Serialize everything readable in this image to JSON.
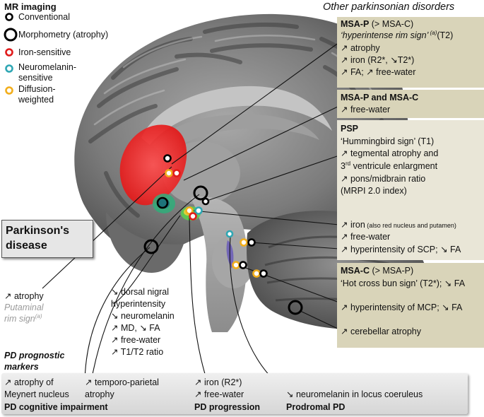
{
  "legend": {
    "title": "MR imaging",
    "items": [
      {
        "label": "Conventional",
        "color": "#000000"
      },
      {
        "label": "Morphometry (atrophy)",
        "color": "#000000"
      },
      {
        "label": "Iron-sensitive",
        "color": "#e01b1b"
      },
      {
        "label_lines": [
          "Neuromelanin-",
          "sensitive"
        ],
        "color": "#2fa7b4"
      },
      {
        "label_lines": [
          "Diffusion-",
          "weighted"
        ],
        "color": "#f2ae1c"
      }
    ]
  },
  "header": {
    "other_disorders": "Other parkinsonian disorders"
  },
  "pd_label": {
    "line1": "Parkinson's",
    "line2": "disease"
  },
  "msa_p": {
    "title": "MSA-P",
    "title_suffix": " (> MSA-C)",
    "sign": "‘hyperintense rim sign’",
    "sign_sup": " (a)",
    "sign_suffix": "(T2)",
    "lines": [
      "↗ atrophy",
      "↗ iron (R2*, ↘T2*)",
      "↗ FA; ↗ free-water"
    ]
  },
  "msa_pc": {
    "title": "MSA-P and MSA-C",
    "line": "↗ free-water"
  },
  "psp": {
    "title": "PSP",
    "lines": [
      "‘Hummingbird sign’ (T1)",
      "↗ tegmental atrophy and",
      "ventricule enlargment",
      "↗ pons/midbrain ratio",
      "(MRPI 2.0 index)"
    ],
    "third": "3",
    "third_sup": "rd",
    "iron": "↗ iron",
    "iron_note": " (also red nucleus and putamen)",
    "free_water": "↗ free-water"
  },
  "scp": "↗ hyperintensity of SCP; ↘ FA",
  "msa_c": {
    "title": "MSA-C",
    "title_suffix": " (> MSA-P)",
    "sign": "‘Hot cross bun sign’ (T2*); ↘ FA",
    "mcp": "↗ hyperintensity of MCP; ↘ FA"
  },
  "cerebellar": "↗ cerebellar atrophy",
  "putamen": {
    "line1": "↗ atrophy",
    "line2": "Putaminal",
    "line3": "rim sign",
    "sup": "(a)"
  },
  "nigral": {
    "lines": [
      "↘ dorsal nigral",
      "hyperintensity",
      "↘ neuromelanin",
      "↗ MD, ↘ FA",
      "↗ free-water",
      "↗ T1/T2 ratio"
    ]
  },
  "prognostic": {
    "title_line1": "PD prognostic",
    "title_line2": "markers",
    "meynert": [
      "↗ atrophy of",
      "Meynert nucleus"
    ],
    "cognitive": "PD cognitive impairment",
    "temporo": [
      "↗ temporo-parietal",
      "atrophy"
    ],
    "progression_lines": [
      "↗ iron (R2*)",
      "↗ free-water"
    ],
    "progression": "PD progression",
    "coeruleus": "↘ neuromelanin in locus coeruleus",
    "prodromal": "Prodromal PD"
  },
  "colors": {
    "conventional": "#000000",
    "iron": "#e01b1b",
    "neuromelanin": "#2fa7b4",
    "diffusion": "#f2ae1c",
    "panel": "#d9d4b9",
    "bottom_panel": "#e5e5e5"
  }
}
